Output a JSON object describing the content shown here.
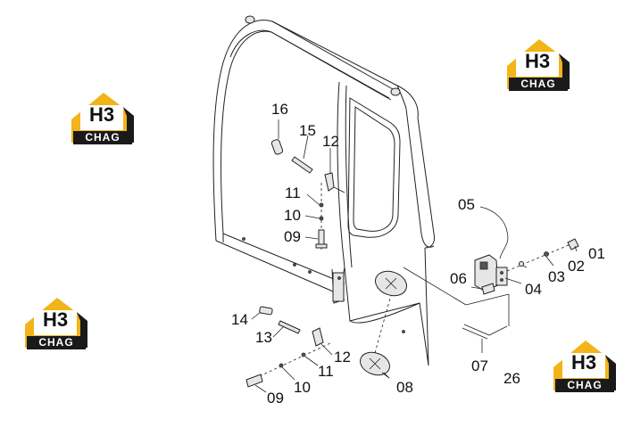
{
  "logo": {
    "monogram": "H3",
    "brand": "CHAG",
    "color": "#f2b418",
    "dark": "#1a1a1a"
  },
  "callouts": {
    "p01": "01",
    "p02": "02",
    "p03": "03",
    "p04": "04",
    "p05": "05",
    "p06": "06",
    "p07": "07",
    "p08": "08",
    "p09a": "09",
    "p09b": "09",
    "p10a": "10",
    "p10b": "10",
    "p11a": "11",
    "p11b": "11",
    "p12a": "12",
    "p12b": "12",
    "p13": "13",
    "p14": "14",
    "p15": "15",
    "p16": "16",
    "p26": "26"
  }
}
